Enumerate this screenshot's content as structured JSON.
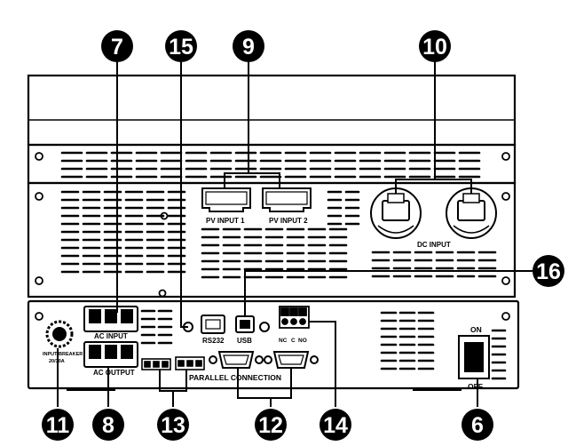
{
  "labels": {
    "ac_input": "AC INPUT",
    "ac_output": "AC OUTPUT",
    "pv_input_1": "PV INPUT 1",
    "pv_input_2": "PV INPUT 2",
    "dc_input": "DC INPUT",
    "rs232": "RS232",
    "usb": "USB",
    "parallel_connection": "PARALLEL CONNECTION",
    "relay_nc": "NC",
    "relay_c": "C",
    "relay_no": "NO",
    "switch_on": "ON",
    "switch_off": "OFF",
    "breaker_line1": "INPUT BREAKER",
    "breaker_line2": "20/30A"
  },
  "callouts": {
    "c6": "6",
    "c7": "7",
    "c8": "8",
    "c9": "9",
    "c10": "10",
    "c11": "11",
    "c12": "12",
    "c13": "13",
    "c14": "14",
    "c15": "15",
    "c16": "16"
  },
  "colors": {
    "ink": "#000000",
    "panel": "#ffffff",
    "callout_fill": "#000000",
    "callout_text": "#ffffff"
  }
}
